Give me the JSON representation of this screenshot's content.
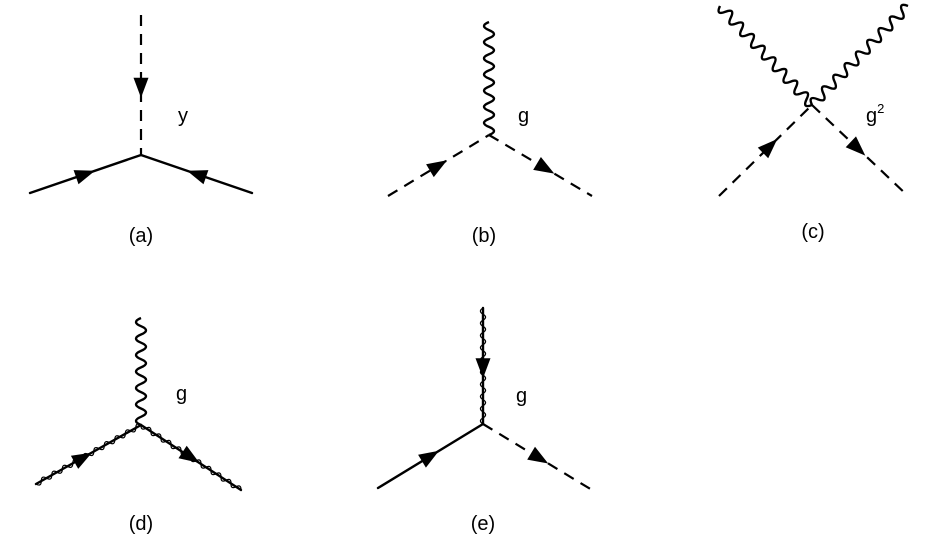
{
  "diagrams": [
    {
      "label": "(a)",
      "coupling": "y"
    },
    {
      "label": "(b)",
      "coupling": "g"
    },
    {
      "label": "(c)",
      "coupling": "g",
      "coupling_sup": "2"
    },
    {
      "label": "(d)",
      "coupling": "g"
    },
    {
      "label": "(e)",
      "coupling": "g"
    }
  ]
}
